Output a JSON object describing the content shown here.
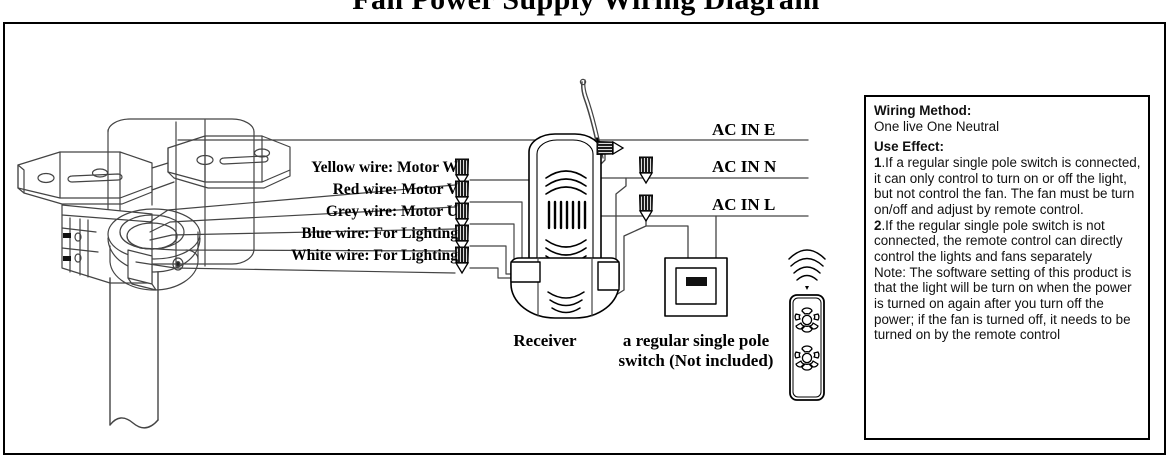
{
  "title": "Fan Power Supply Wiring Diagram",
  "wire_labels": [
    "Yellow wire: Motor W",
    "Red wire: Motor V",
    "Grey wire: Motor U",
    "Blue wire: For Lighting",
    "White wire: For Lighting"
  ],
  "ac_labels": [
    "AC IN  E",
    "AC IN  N",
    "AC IN  L"
  ],
  "captions": {
    "receiver": "Receiver",
    "switch_line1": "a regular single",
    "switch_line2": "pole switch",
    "switch_line3": "(Not included)"
  },
  "panel": {
    "wiring_method_heading": "Wiring Method:",
    "wiring_method_text": "One live One Neutral",
    "use_effect_heading": "Use Effect:",
    "item1_num": "1",
    "item1_text": ".If a regular single pole switch is connected, it can only control to turn on or off the light, but not control the fan. The fan must be turn on/off and adjust by remote control.",
    "item2_num": "2",
    "item2_text": ".If the regular single pole switch  is not connected, the remote control can directly control the lights and fans separately",
    "note_text": "Note: The software setting of this product is that the light will be turn on when the power is turned on again after you turn off the power; if the fan is turned off, it needs to be turned on by the remote control"
  },
  "colors": {
    "ink": "#000000",
    "line": "#555555",
    "paper": "#ffffff"
  }
}
